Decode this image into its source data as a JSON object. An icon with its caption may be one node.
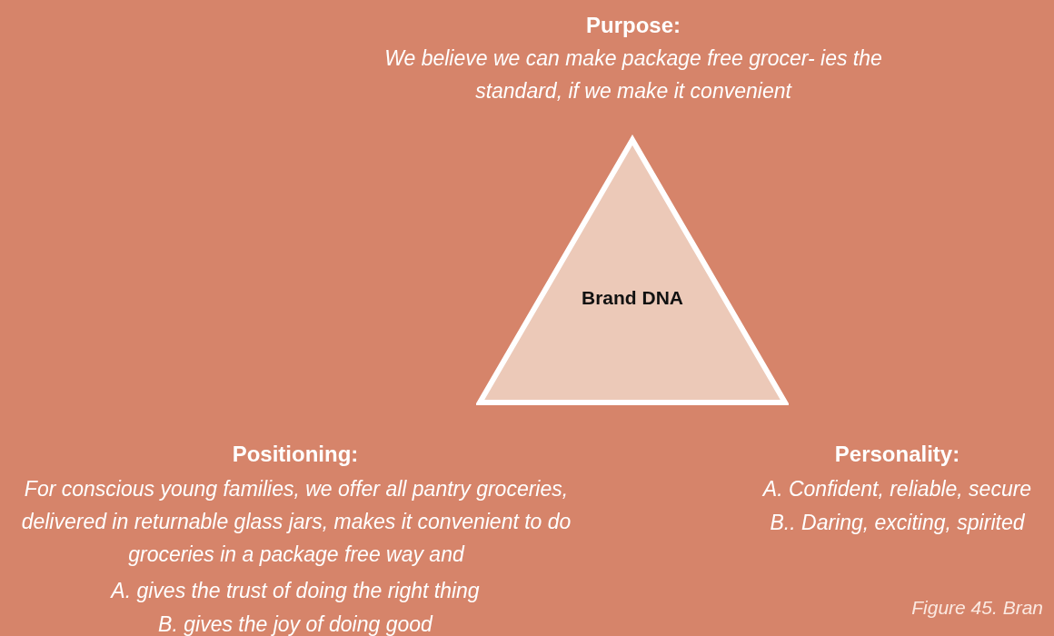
{
  "diagram": {
    "caption": "Figure 45. Bran",
    "nodes": [
      {
        "text": [
          "Brand DNA"
        ]
      }
    ],
    "labels": [
      "Purpose:",
      "We believe we can make package free grocer- ies the standard, if we make it convenient",
      "Positioning:",
      "For conscious young families, we offer all pantry groceries, delivered in returnable glass jars, makes it convenient to do groceries in a package free way and",
      "A. gives the trust of doing the right thing",
      "B. gives the joy of doing good",
      "Personality:",
      "A. Confident, reliable, secure",
      "B.. Daring, exciting, spirited"
    ]
  }
}
